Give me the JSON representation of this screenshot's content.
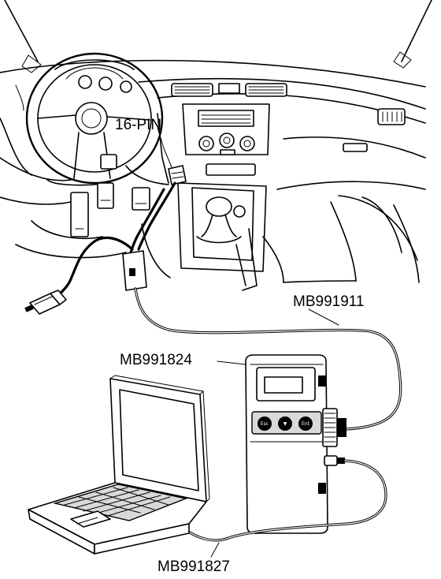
{
  "labels": {
    "connector": "16-PIN",
    "main_harness": "MB991911",
    "vci_unit": "MB991824",
    "usb_cable": "MB991827"
  },
  "vci_buttons": [
    "Esc",
    "▼",
    "Ent"
  ]
}
